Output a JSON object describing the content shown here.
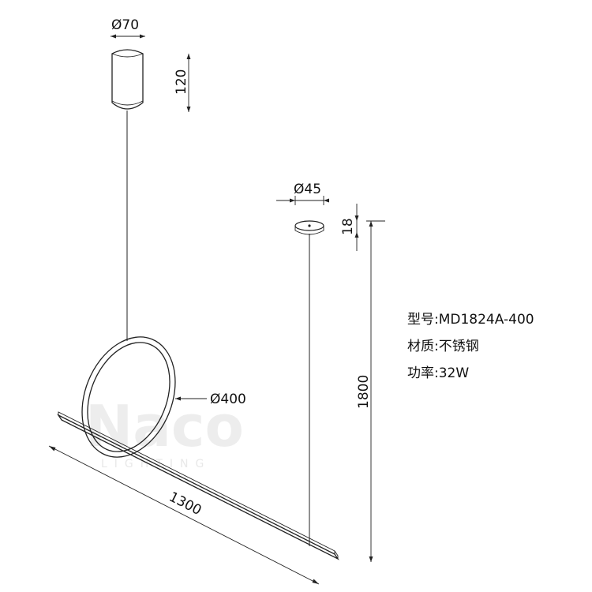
{
  "dimensions": {
    "canopy_diameter": "Ø70",
    "canopy_height": "120",
    "small_canopy_diameter": "Ø45",
    "small_canopy_height": "18",
    "ring_diameter": "Ø400",
    "bar_length": "1300",
    "total_height": "1800"
  },
  "specs": {
    "model": "型号:MD1824A-400",
    "material": "材质:不锈钢",
    "power": "功率:32W"
  },
  "watermark": {
    "brand": "Naco",
    "sub": "LIGHTING"
  },
  "colors": {
    "line": "#222222",
    "watermark": "#e6e6e6"
  }
}
